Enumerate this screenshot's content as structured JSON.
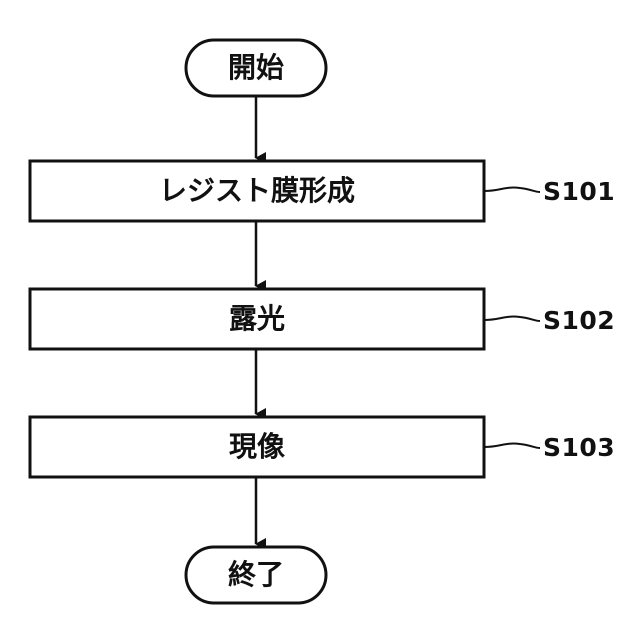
{
  "flowchart": {
    "start": {
      "label": "開始"
    },
    "steps": [
      {
        "label": "レジスト膜形成",
        "ref": "S101"
      },
      {
        "label": "露光",
        "ref": "S102"
      },
      {
        "label": "現像",
        "ref": "S103"
      }
    ],
    "end": {
      "label": "終了"
    }
  }
}
